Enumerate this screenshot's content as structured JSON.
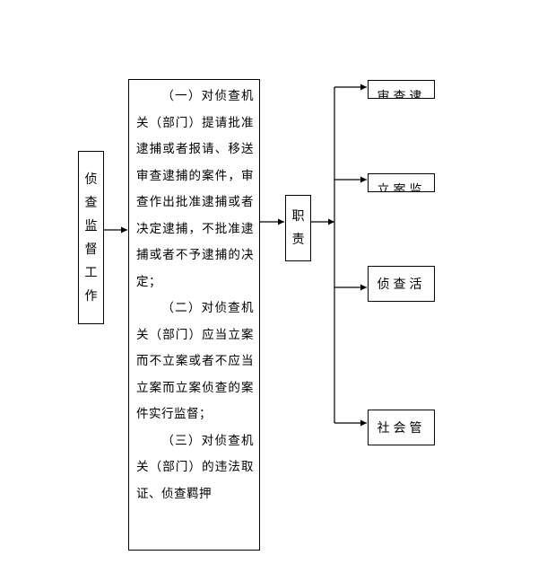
{
  "left_box": {
    "chars": [
      "侦",
      "查",
      "监",
      "督",
      "工",
      "作"
    ]
  },
  "main_box": {
    "paragraphs": [
      "（一）对侦查机关（部门）提请批准逮捕或者报请、移送审查逮捕的案件，审查作出批准逮捕或者决定逮捕，不批准逮捕或者不予逮捕的决定；",
      "（二）对侦查机关（部门）应当立案而不立案或者不应当立案而立案侦查的案件实行监督；",
      "（三）对侦查机关（部门）的违法取证、侦查羁押"
    ]
  },
  "duty_box": {
    "chars": [
      "职",
      "责"
    ]
  },
  "right_boxes": [
    {
      "label": "审查逮"
    },
    {
      "label": "立案监"
    },
    {
      "label": "侦查活"
    },
    {
      "label": "社会管"
    }
  ]
}
